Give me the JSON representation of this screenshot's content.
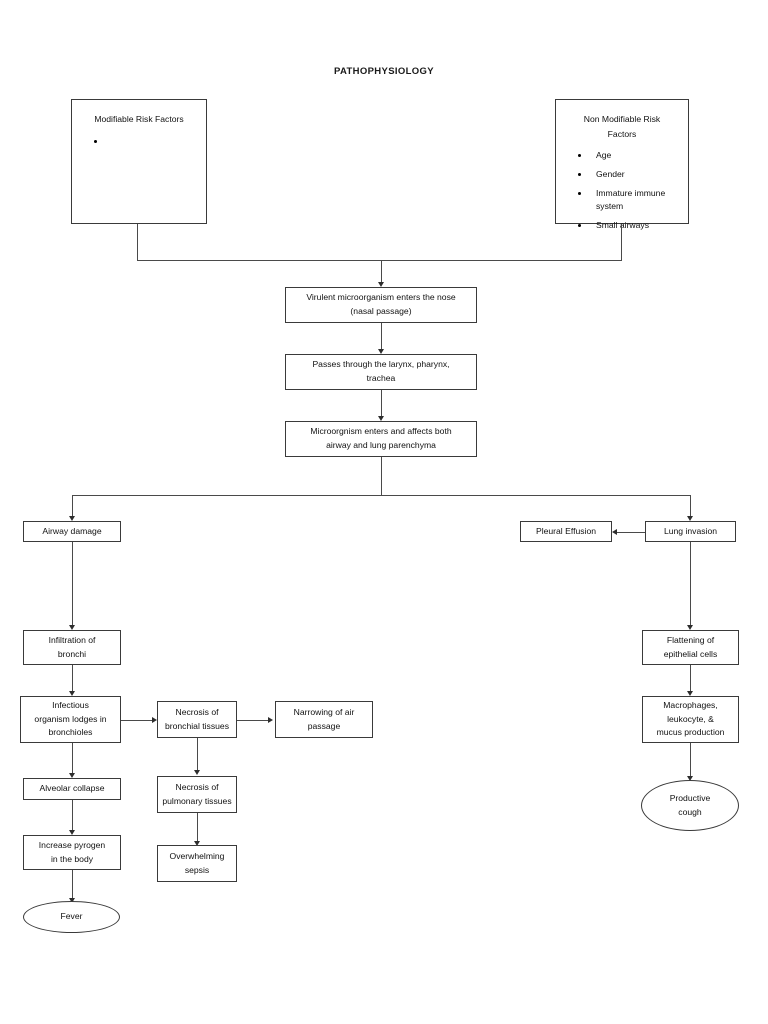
{
  "title": "PATHOPHYSIOLOGY",
  "panels": {
    "modifiable": {
      "heading": "Modifiable Risk Factors",
      "items": [
        ""
      ]
    },
    "non_modifiable": {
      "heading_line1": "Non Modifiable Risk",
      "heading_line2": "Factors",
      "items": [
        "Age",
        "Gender",
        "Immature  immune system",
        "Small airways"
      ]
    }
  },
  "nodes": {
    "virulent": {
      "line1": "Virulent microorganism enters the nose",
      "line2": "(nasal passage)"
    },
    "passes": {
      "line1": "Passes through the larynx, pharynx,",
      "line2": "trachea"
    },
    "affects": {
      "line1": "Microorgnism enters and affects both",
      "line2": "airway and lung parenchyma"
    },
    "airway_damage": {
      "line1": "Airway damage"
    },
    "pleural_effusion": {
      "line1": "Pleural Effusion"
    },
    "lung_invasion": {
      "line1": "Lung invasion"
    },
    "infiltration": {
      "line1": "Infiltration of",
      "line2": "bronchi"
    },
    "infectious": {
      "line1": "Infectious",
      "line2": "organism lodges in",
      "line3": "bronchioles"
    },
    "alveolar": {
      "line1": "Alveolar collapse"
    },
    "pyrogen": {
      "line1": "Increase pyrogen",
      "line2": "in the body"
    },
    "fever": {
      "line1": "Fever"
    },
    "necrosis_bronchial": {
      "line1": "Necrosis of",
      "line2": "bronchial tissues"
    },
    "narrowing": {
      "line1": "Narrowing of air",
      "line2": "passage"
    },
    "necrosis_pulmonary": {
      "line1": "Necrosis of",
      "line2": "pulmonary tissues"
    },
    "sepsis": {
      "line1": "Overwhelming",
      "line2": "sepsis"
    },
    "flattening": {
      "line1": "Flattening of",
      "line2": "epithelial cells"
    },
    "macrophages": {
      "line1": "Macrophages,",
      "line2": "leukocyte, &",
      "line3": "mucus production"
    },
    "productive_cough": {
      "line1": "Productive",
      "line2": "cough"
    }
  },
  "colors": {
    "border": "#3a3a3a",
    "connector": "#4a4a4a",
    "text": "#111111",
    "background": "#ffffff"
  }
}
